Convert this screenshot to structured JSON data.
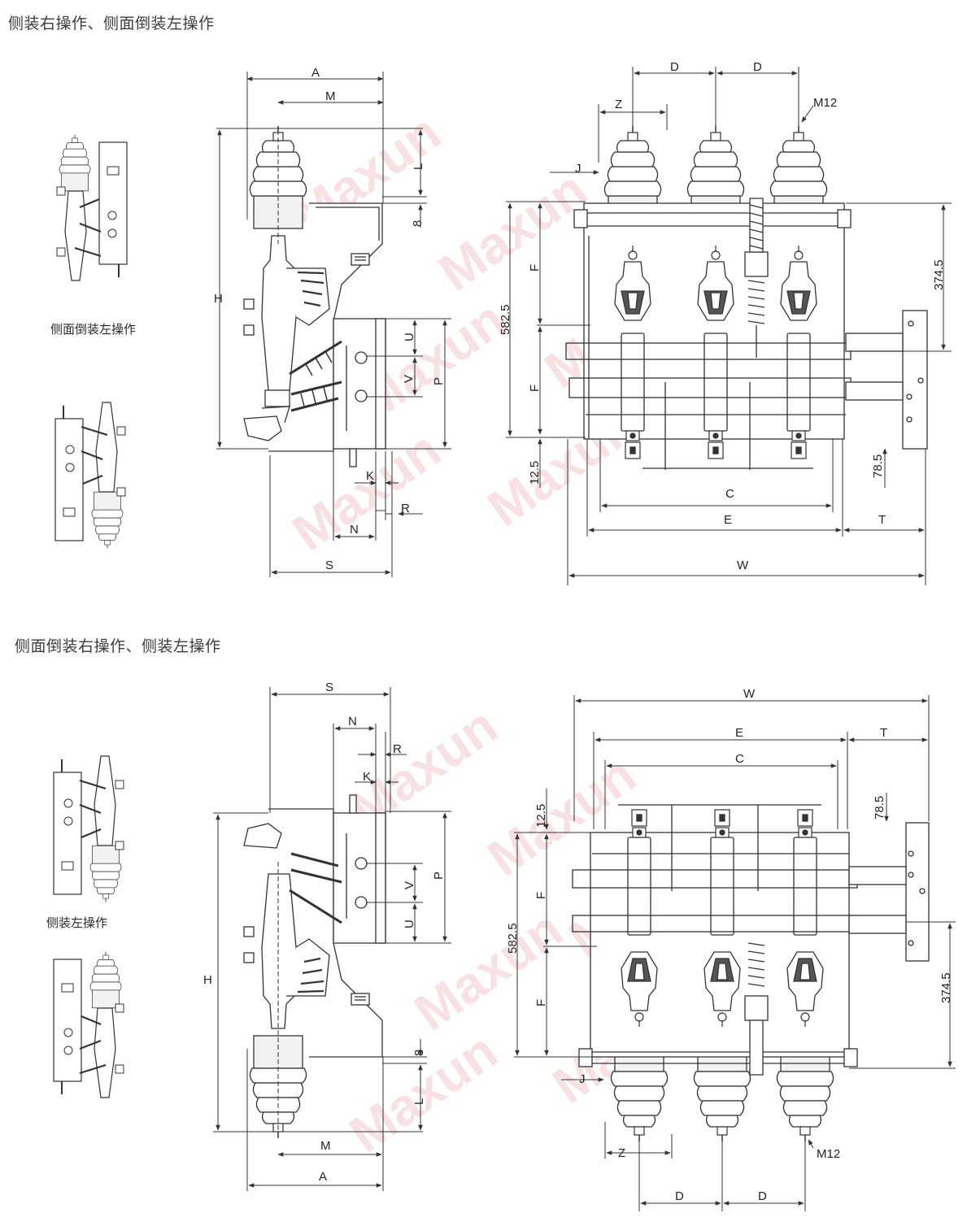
{
  "section_top": {
    "title": "侧装右操作、侧面倒装左操作",
    "sub_caption": "侧面倒装左操作"
  },
  "section_bottom": {
    "title": "侧面倒装右操作、侧装左操作",
    "sub_caption": "侧装左操作"
  },
  "watermark": "Maxun",
  "dimension_labels": {
    "A": "A",
    "M": "M",
    "L": "L",
    "eight": "8",
    "H": "H",
    "U": "U",
    "V": "V",
    "P": "P",
    "K": "K",
    "R": "R",
    "N": "N",
    "S": "S",
    "D": "D",
    "Z": "Z",
    "M12": "M12",
    "J": "J",
    "F": "F",
    "d582": "582.5",
    "d374": "374.5",
    "d125": "12.5",
    "d785": "78.5",
    "C": "C",
    "E": "E",
    "T": "T",
    "W": "W"
  },
  "colors": {
    "line": "#333333",
    "watermark": "#f0b8bb",
    "fill_light": "#e8e8e8"
  }
}
